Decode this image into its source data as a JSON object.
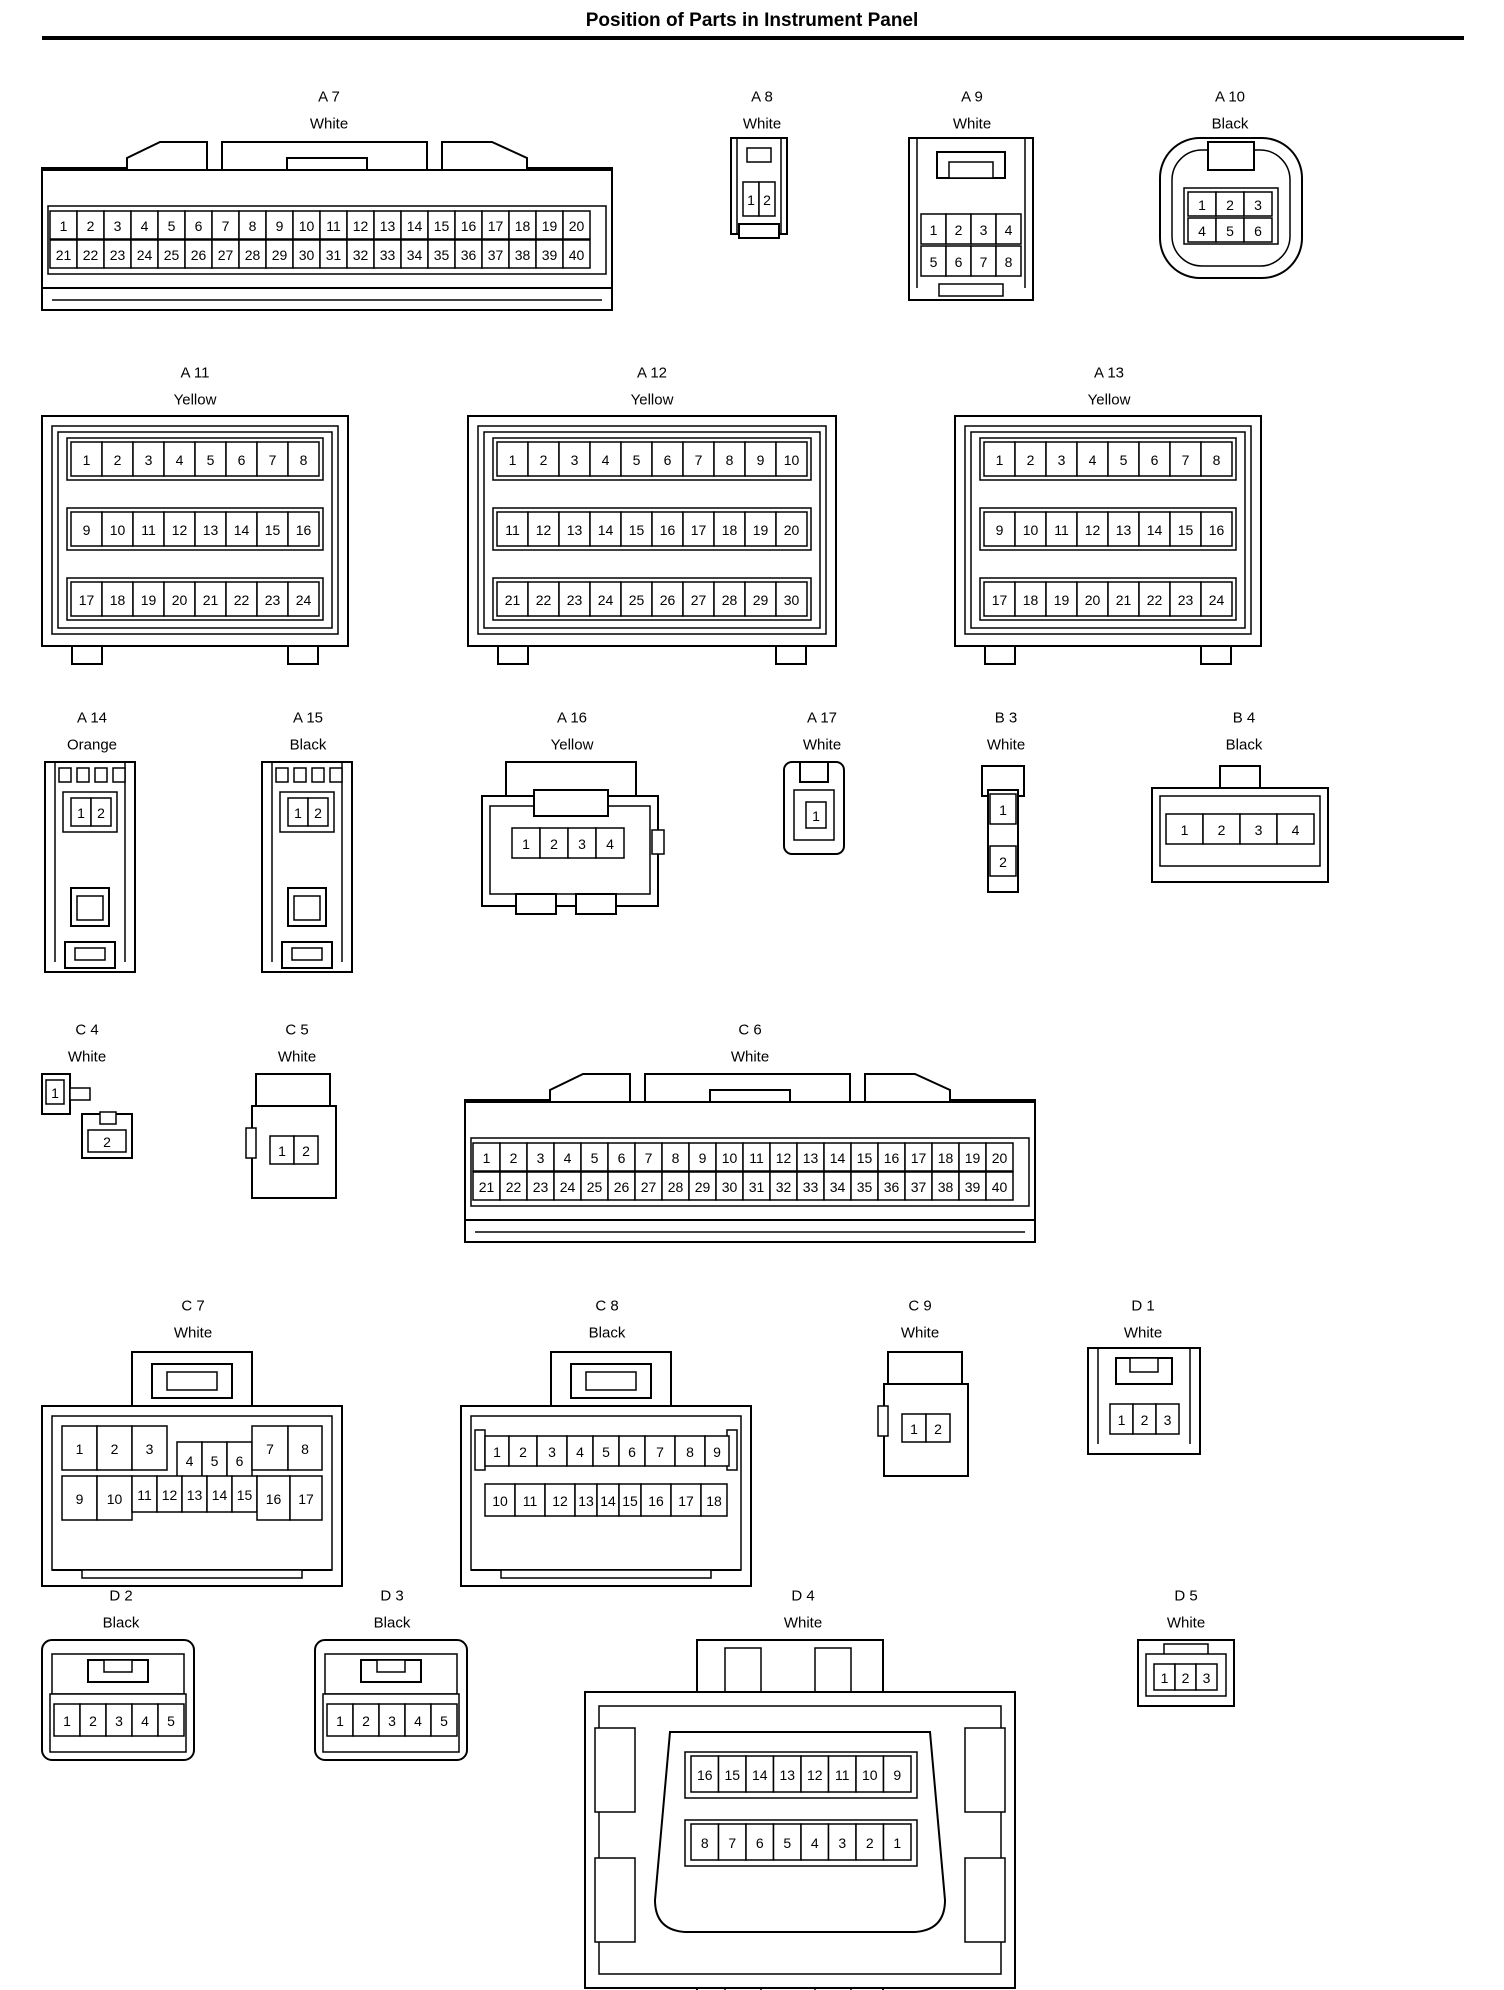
{
  "page": {
    "title": "Position of Parts in Instrument Panel"
  },
  "connectors": [
    {
      "id": "A7",
      "code": "A 7",
      "color": "White",
      "shape": "wide40"
    },
    {
      "id": "A8",
      "code": "A 8",
      "color": "White",
      "shape": "small2v"
    },
    {
      "id": "A9",
      "code": "A 9",
      "color": "White",
      "shape": "grid8"
    },
    {
      "id": "A10",
      "code": "A 10",
      "color": "Black",
      "shape": "round6"
    },
    {
      "id": "A11",
      "code": "A 11",
      "color": "Yellow",
      "shape": "box24"
    },
    {
      "id": "A12",
      "code": "A 12",
      "color": "Yellow",
      "shape": "box30"
    },
    {
      "id": "A13",
      "code": "A 13",
      "color": "Yellow",
      "shape": "box24"
    },
    {
      "id": "A14",
      "code": "A 14",
      "color": "Orange",
      "shape": "tall2"
    },
    {
      "id": "A15",
      "code": "A 15",
      "color": "Black",
      "shape": "tall2"
    },
    {
      "id": "A16",
      "code": "A 16",
      "color": "Yellow",
      "shape": "row4latch"
    },
    {
      "id": "A17",
      "code": "A 17",
      "color": "White",
      "shape": "single1"
    },
    {
      "id": "B3",
      "code": "B 3",
      "color": "White",
      "shape": "stack2"
    },
    {
      "id": "B4",
      "code": "B 4",
      "color": "Black",
      "shape": "row4"
    },
    {
      "id": "C4",
      "code": "C 4",
      "color": "White",
      "shape": "split2"
    },
    {
      "id": "C5",
      "code": "C 5",
      "color": "White",
      "shape": "plug2"
    },
    {
      "id": "C6",
      "code": "C 6",
      "color": "White",
      "shape": "wide40"
    },
    {
      "id": "C7",
      "code": "C 7",
      "color": "White",
      "shape": "mixed17"
    },
    {
      "id": "C8",
      "code": "C 8",
      "color": "Black",
      "shape": "mixed18"
    },
    {
      "id": "C9",
      "code": "C 9",
      "color": "White",
      "shape": "plug2"
    },
    {
      "id": "D1",
      "code": "D 1",
      "color": "White",
      "shape": "row3"
    },
    {
      "id": "D2",
      "code": "D 2",
      "color": "Black",
      "shape": "row5"
    },
    {
      "id": "D3",
      "code": "D 3",
      "color": "Black",
      "shape": "row5"
    },
    {
      "id": "D4",
      "code": "D 4",
      "color": "White",
      "shape": "dlc16"
    },
    {
      "id": "D5",
      "code": "D 5",
      "color": "White",
      "shape": "small3"
    }
  ]
}
